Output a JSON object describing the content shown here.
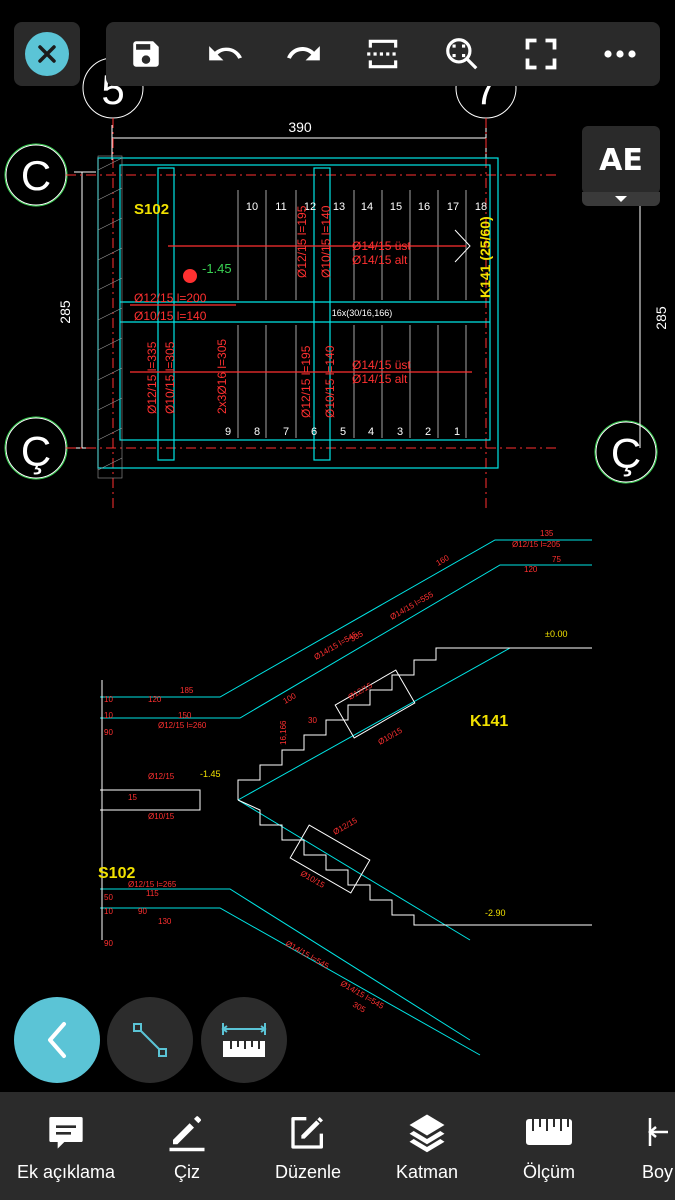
{
  "toolbar": {
    "icons": [
      "close-icon",
      "save-icon",
      "undo-icon",
      "redo-icon",
      "fit-width-icon",
      "zoom-search-icon",
      "fullscreen-icon",
      "more-icon"
    ]
  },
  "text_style_button": {
    "label": "AE"
  },
  "drawing": {
    "grid_top": [
      "5",
      "7"
    ],
    "grid_left": [
      "C",
      "Ç"
    ],
    "grid_right": [
      "Ç"
    ],
    "dim_width": "390",
    "dim_height_left": "285",
    "dim_height_right": "285",
    "plan_label": "S102",
    "beam_label": "K141 (25/60)",
    "level_top": "-1.45",
    "landing_label": "16x(30/16,166)",
    "step_numbers_top": [
      "10",
      "11",
      "12",
      "13",
      "14",
      "15",
      "16",
      "17",
      "18"
    ],
    "step_numbers_bottom": [
      "9",
      "8",
      "7",
      "6",
      "5",
      "4",
      "3",
      "2",
      "1"
    ],
    "rebar_plan": [
      "Ø12/15 l=200",
      "Ø10/15 l=140",
      "Ø12/15 l=195",
      "Ø10/15 l=140",
      "Ø14/15 üst",
      "Ø14/15 alt",
      "Ø12/15 l=335",
      "Ø10/15 l=305",
      "2x3Ø16 l=305",
      "Ø12/15 l=195",
      "Ø10/15 l=140",
      "Ø14/15 üst",
      "Ø14/15 alt"
    ],
    "section_labels": [
      "K141",
      "S102"
    ],
    "section_levels": [
      "±0.00",
      "-1.45",
      "-2.90"
    ],
    "section_dims": [
      "10",
      "120",
      "185",
      "10",
      "150",
      "90",
      "100",
      "305",
      "120",
      "75",
      "135",
      "160",
      "30",
      "15",
      "50",
      "115",
      "10",
      "90",
      "130",
      "90",
      "305",
      "16,166"
    ],
    "section_rebar": [
      "Ø12/15 l=205",
      "Ø14/15 l=555",
      "Ø14/15 l=545",
      "Ø12/15 l=260",
      "Ø12/15",
      "Ø10/15",
      "Ø12/15",
      "Ø10/15",
      "Ø12/15",
      "Ø10/15",
      "Ø12/15 l=265",
      "Ø14/15 l=545",
      "Ø14/15 l=545"
    ]
  },
  "fabs": [
    "back-icon",
    "line-tool-icon",
    "ruler-icon"
  ],
  "bottom_nav": [
    {
      "label": "Ek açıklama",
      "icon": "comment-icon"
    },
    {
      "label": "Çiz",
      "icon": "pencil-icon"
    },
    {
      "label": "Düzenle",
      "icon": "edit-icon"
    },
    {
      "label": "Katman",
      "icon": "layers-icon"
    },
    {
      "label": "Ölçüm",
      "icon": "ruler-icon"
    },
    {
      "label": "Boy",
      "icon": "dimension-icon"
    }
  ],
  "colors": {
    "accent": "#5bc4d6",
    "cyan": "#00e5e5",
    "red": "#ff3030",
    "yellow": "#f0e000",
    "green": "#39d353",
    "white": "#ffffff"
  }
}
